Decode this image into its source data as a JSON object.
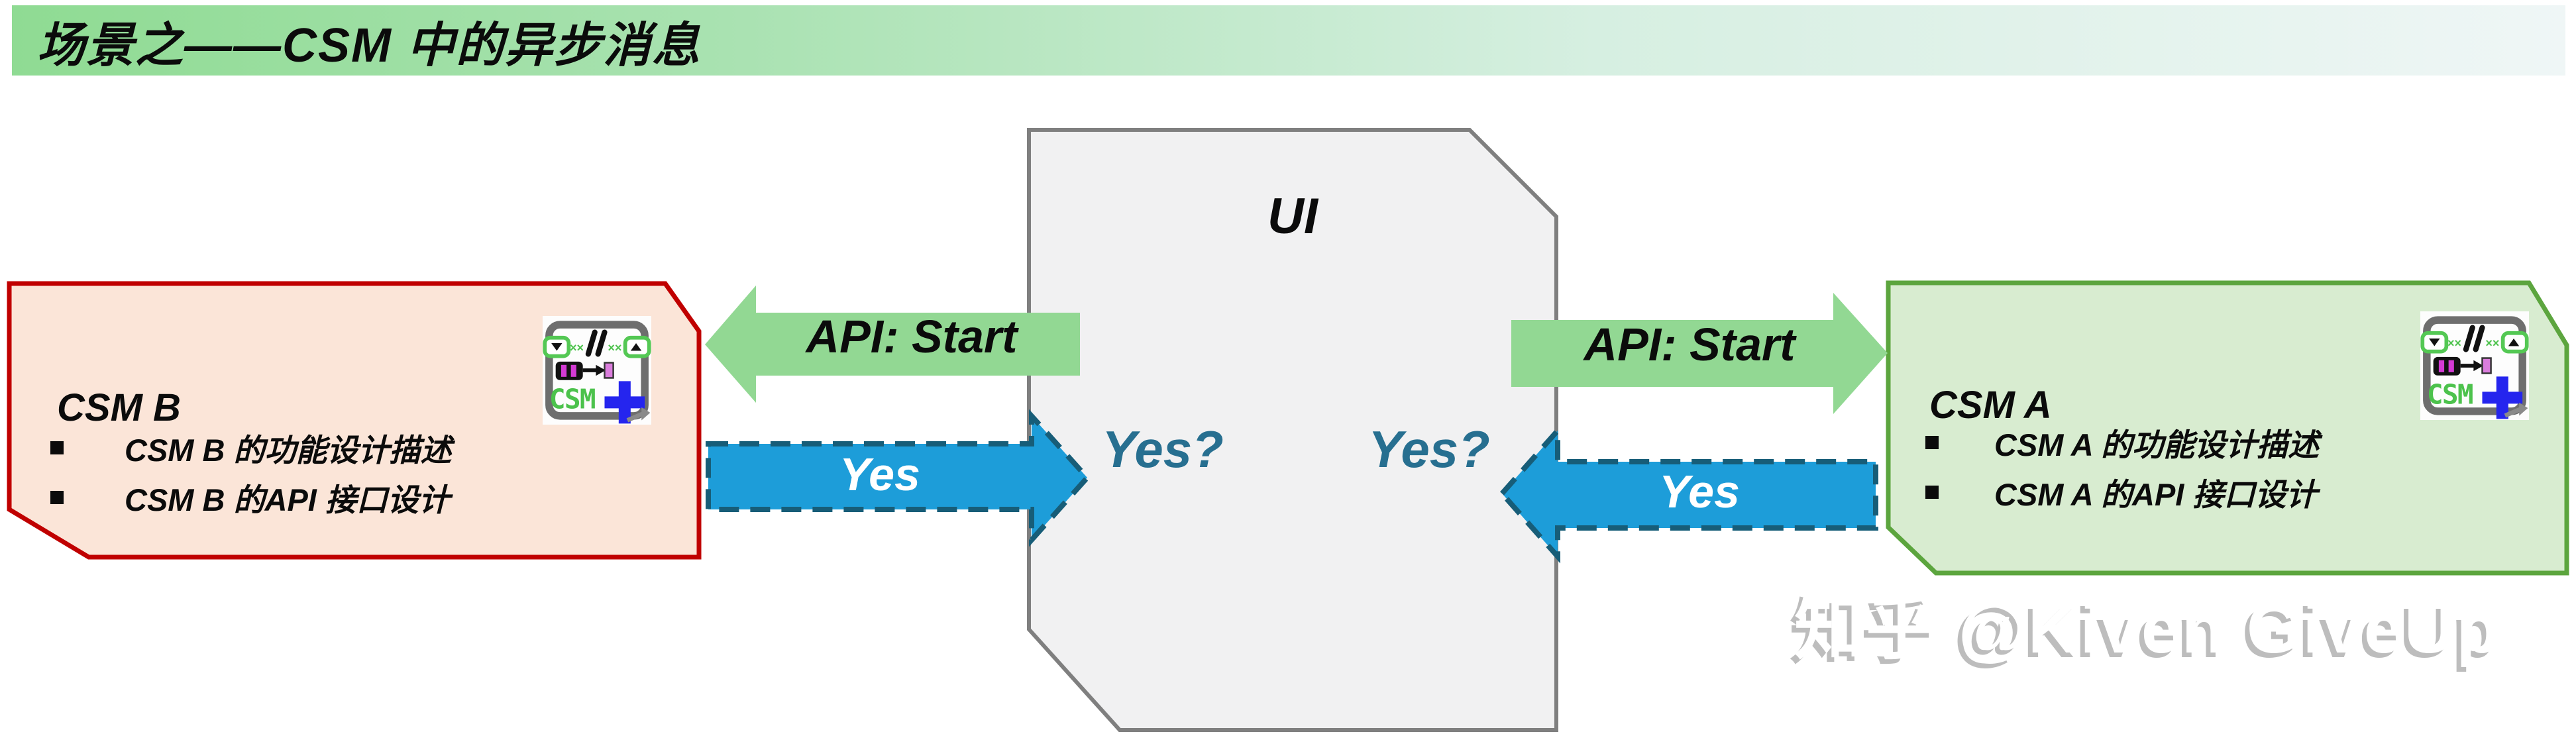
{
  "header": {
    "title": "场景之——CSM 中的异步消息"
  },
  "ui_panel": {
    "label": "UI",
    "question_left": "Yes?",
    "question_right": "Yes?"
  },
  "csm_b": {
    "title": "CSM B",
    "bullets": [
      "CSM B 的功能设计描述",
      "CSM B 的API 接口设计"
    ],
    "icon": "csm-plus-icon"
  },
  "csm_a": {
    "title": "CSM A",
    "bullets": [
      "CSM A 的功能设计描述",
      "CSM A 的API 接口设计"
    ],
    "icon": "csm-plus-icon"
  },
  "arrows": {
    "api_to_b": {
      "label": "API: Start",
      "direction": "left",
      "style": "solid-green"
    },
    "api_to_a": {
      "label": "API: Start",
      "direction": "right",
      "style": "solid-green"
    },
    "yes_from_b": {
      "label": "Yes",
      "direction": "right",
      "style": "blue-dashed"
    },
    "yes_from_a": {
      "label": "Yes",
      "direction": "left",
      "style": "blue-dashed"
    }
  },
  "watermark": {
    "text": "知乎 @Kiven GiveUp"
  },
  "colors": {
    "title_gradient_start": "#8fdb93",
    "title_gradient_end": "#eff6f6",
    "csm_b_fill": "#fbe5d8",
    "csm_b_border": "#c00000",
    "csm_a_fill": "#d8ecd0",
    "csm_a_border": "#5ca53e",
    "ui_fill": "#f1f1f2",
    "ui_border": "#7f7f7f",
    "api_arrow_fill": "#92d893",
    "yes_arrow_fill": "#1d9dd9",
    "yes_arrow_border": "#175d78",
    "question_text": "#276f90",
    "watermark_shadow": "#bdbdbd"
  }
}
